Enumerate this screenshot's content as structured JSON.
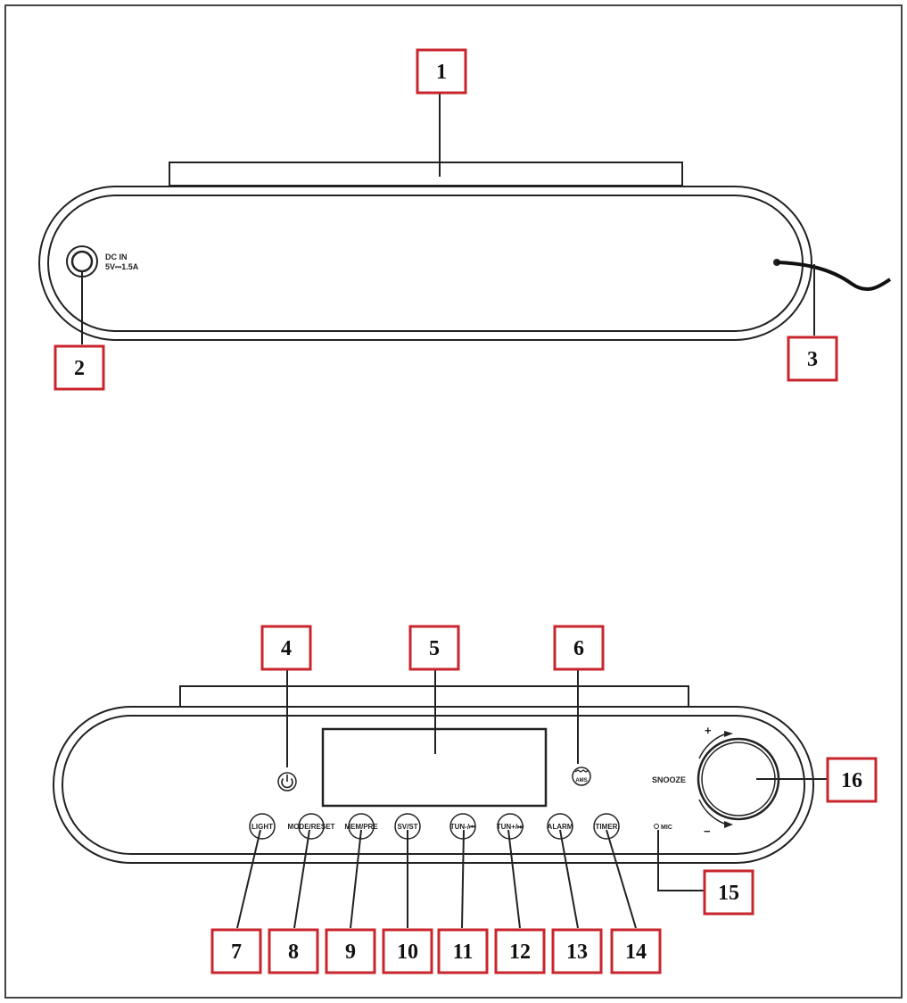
{
  "diagram": {
    "colors": {
      "callout_border": "#c8262c",
      "line": "#222222",
      "frame": "#444444"
    },
    "back_panel": {
      "dc_label_line1": "DC IN",
      "dc_label_line2": "5V⎓1.5A"
    },
    "front_panel": {
      "power_icon": "power-icon",
      "source_icon": "radio-source-icon",
      "source_label": "AMS",
      "buttons": [
        "LIGHT",
        "MODE/RESET",
        "MEM/PRE",
        "SV/ST",
        "TUN-/⏮",
        "TUN+/⏭",
        "ALARM",
        "TIMER"
      ],
      "mic_label": "MIC",
      "snooze_label": "SNOOZE",
      "plus_sign": "+",
      "minus_sign": "−"
    },
    "callouts": [
      "1",
      "2",
      "3",
      "4",
      "5",
      "6",
      "7",
      "8",
      "9",
      "10",
      "11",
      "12",
      "13",
      "14",
      "15",
      "16"
    ]
  }
}
